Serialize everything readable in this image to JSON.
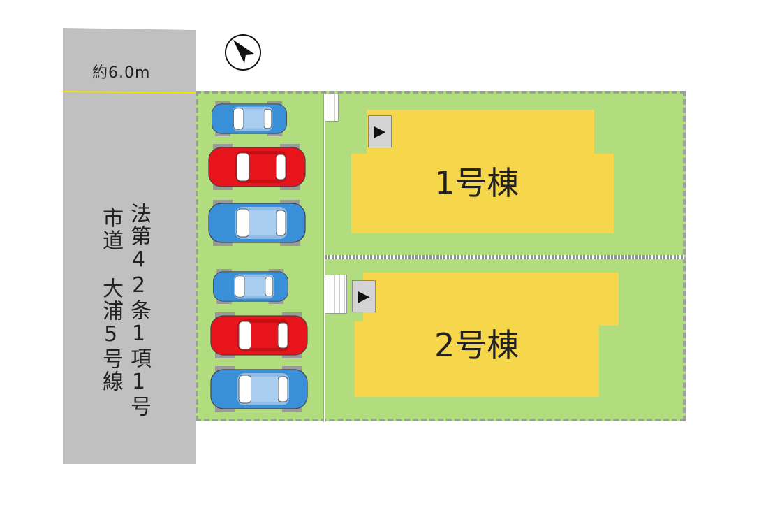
{
  "road": {
    "width_label": "約6.0m",
    "name_line_1": "市道 大浦5号線",
    "name_line_2": "法第42条1項1号"
  },
  "buildings": [
    {
      "label": "1号棟"
    },
    {
      "label": "2号棟"
    }
  ],
  "entrance_icon": "▶",
  "parking": [
    {
      "color": "blue",
      "size": "small"
    },
    {
      "color": "red",
      "size": "large"
    },
    {
      "color": "blue",
      "size": "large"
    },
    {
      "color": "blue",
      "size": "small"
    },
    {
      "color": "red",
      "size": "large"
    },
    {
      "color": "blue",
      "size": "large"
    }
  ],
  "colors": {
    "lot": "#b2dd7f",
    "building": "#f6d64a",
    "road": "#c0c0c0",
    "car_red": "#e8141b",
    "car_blue": "#3a8fd9"
  },
  "icons": [
    "north-arrow-icon",
    "entrance-arrow-icon",
    "car-icon"
  ]
}
